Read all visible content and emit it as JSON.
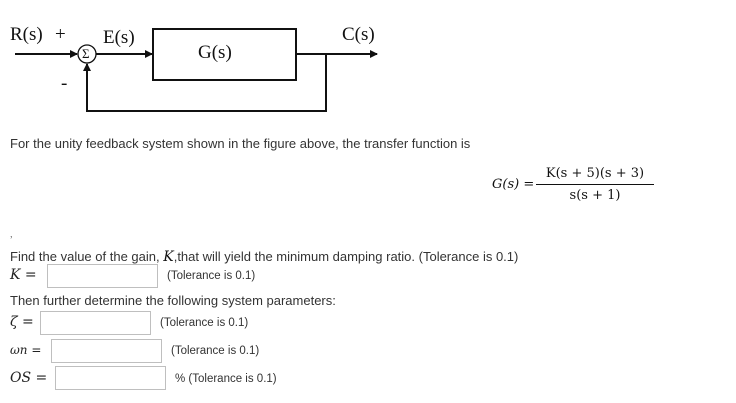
{
  "diagram": {
    "input_label": "R(s)",
    "plus_sign": "+",
    "minus_sign": "-",
    "sum_symbol": "Σ",
    "error_label": "E(s)",
    "block_label": "G(s)",
    "output_label": "C(s)"
  },
  "intro_text": "For the unity feedback system shown in the figure above, the transfer function is",
  "transfer_function": {
    "lhs": "G(s) =",
    "numerator": "K(s + 5)(s + 3)",
    "denominator": "s(s + 1)"
  },
  "stray_mark": ",",
  "question_text": "Find the value of the gain,",
  "question_var": "K",
  "question_rest": ",that will yield the minimum damping ratio. (Tolerance is 0.1)",
  "followup_text": "Then further determine the following system parameters:",
  "fields": {
    "k": {
      "label": "K =",
      "value": "",
      "tolerance": "(Tolerance is 0.1)"
    },
    "zeta": {
      "label": "ζ =",
      "value": "",
      "tolerance": "(Tolerance is 0.1)"
    },
    "wn": {
      "label": "ωn =",
      "value": "",
      "tolerance": "(Tolerance is 0.1)"
    },
    "os": {
      "label": "OS =",
      "value": "",
      "tolerance": "% (Tolerance is 0.1)"
    }
  }
}
